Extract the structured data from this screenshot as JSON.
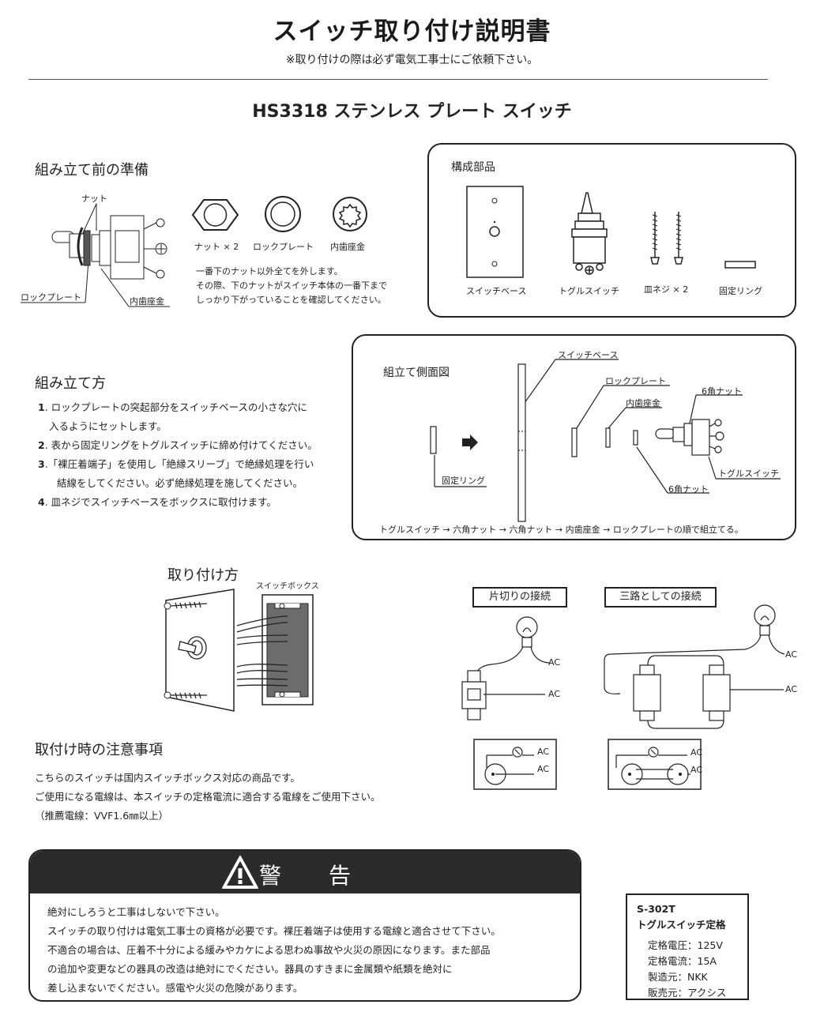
{
  "header": {
    "title": "スイッチ取り付け説明書",
    "subtitle": "※取り付けの際は必ず電気工事士にご依頼下さい。",
    "product": "HS3318  ステンレス プレート スイッチ"
  },
  "prep": {
    "heading": "組み立て前の準備",
    "label_nut": "ナット",
    "label_lockplate": "ロックプレート",
    "label_washer": "内歯座金",
    "part1": "ナット × 2",
    "part2": "ロックプレート",
    "part3": "内歯座金",
    "note1": "一番下のナット以外全てを外します。",
    "note2": "その際、下のナットがスイッチ本体の一番下まで",
    "note3": "しっかり下がっていることを確認してください。"
  },
  "components": {
    "heading": "構成部品",
    "items": [
      "スイッチベース",
      "トグルスイッチ",
      "皿ネジ × 2",
      "固定リング"
    ]
  },
  "assembly": {
    "heading": "組み立て方",
    "steps": [
      {
        "num": "1",
        "text": ". ロックプレートの突起部分をスイッチベースの小さな穴に"
      },
      {
        "num": "",
        "text": "入るようにセットします。"
      },
      {
        "num": "2",
        "text": ". 表から固定リングをトグルスイッチに締め付けてください。"
      },
      {
        "num": "3",
        "text": ".「裸圧着端子」を使用し「絶縁スリーブ」で絶縁処理を行い"
      },
      {
        "num": "",
        "text": "結線をしてください。必ず絶縁処理を施してください。"
      },
      {
        "num": "4",
        "text": ". 皿ネジでスイッチベースをボックスに取付けます。"
      }
    ]
  },
  "sideview": {
    "heading": "組立て側面図",
    "label_base": "スイッチベース",
    "label_lockplate": "ロックプレート",
    "label_washer": "内歯座金",
    "label_hexnut_top": "6角ナット",
    "label_ring": "固定リング",
    "label_toggle": "トグルスイッチ",
    "label_hexnut_bottom": "6角ナット",
    "order": "トグルスイッチ → 六角ナット → 六角ナット → 内歯座金 → ロックプレートの順で組立てる。"
  },
  "install": {
    "heading": "取り付け方",
    "box_label": "スイッチボックス"
  },
  "wiring": {
    "single_label": "片切りの接続",
    "threeway_label": "三路としての接続",
    "ac": "AC"
  },
  "caution": {
    "heading": "取付け時の注意事項",
    "line1": "こちらのスイッチは国内スイッチボックス対応の商品です。",
    "line2": "ご使用になる電線は、本スイッチの定格電流に適合する電線をご使用下さい。",
    "line3": "（推薦電線：VVF1.6㎜以上）"
  },
  "warning": {
    "title": "警告",
    "lines": [
      "絶対にしろうと工事はしないで下さい。",
      "スイッチの取り付けは電気工事士の資格が必要です。裸圧着端子は使用する電線と適合させて下さい。",
      "不適合の場合は、圧着不十分による緩みやカケによる思わぬ事故や火災の原因になります。また部品",
      "の追加や変更などの器具の改造は絶対にでください。器具のすきまに金属類や紙類を絶対に",
      "差し込まないでください。感電や火災の危険があります。"
    ]
  },
  "spec": {
    "model": "S-302T",
    "name": "トグルスイッチ定格",
    "rows": [
      "定格電圧：125V",
      "定格電流：15A",
      "製造元：NKK",
      "販売元：アクシス"
    ]
  }
}
